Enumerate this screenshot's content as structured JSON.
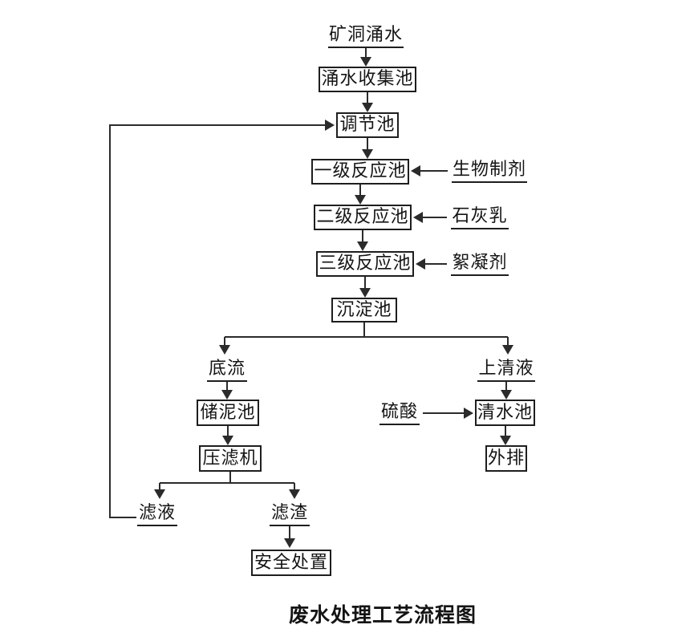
{
  "diagram": {
    "title": "废水处理工艺流程图",
    "nodes": {
      "source": "矿洞涌水",
      "collection_pool": "涌水收集池",
      "regulation_pool": "调节池",
      "reaction_pool_1": "一级反应池",
      "reaction_pool_2": "二级反应池",
      "reaction_pool_3": "三级反应池",
      "sedimentation_pool": "沉淀池",
      "underflow": "底流",
      "supernatant": "上清液",
      "sludge_pool": "储泥池",
      "filter_press": "压滤机",
      "filtrate": "滤液",
      "filter_residue": "滤渣",
      "safe_disposal": "安全处置",
      "clear_water_pool": "清水池",
      "discharge": "外排"
    },
    "reagents": {
      "biological_agent": "生物制剂",
      "lime_milk": "石灰乳",
      "flocculant": "絮凝剂",
      "sulfuric_acid": "硫酸"
    },
    "colors": {
      "line": "#2b2b2b",
      "text": "#141414",
      "background": "#ffffff"
    }
  }
}
